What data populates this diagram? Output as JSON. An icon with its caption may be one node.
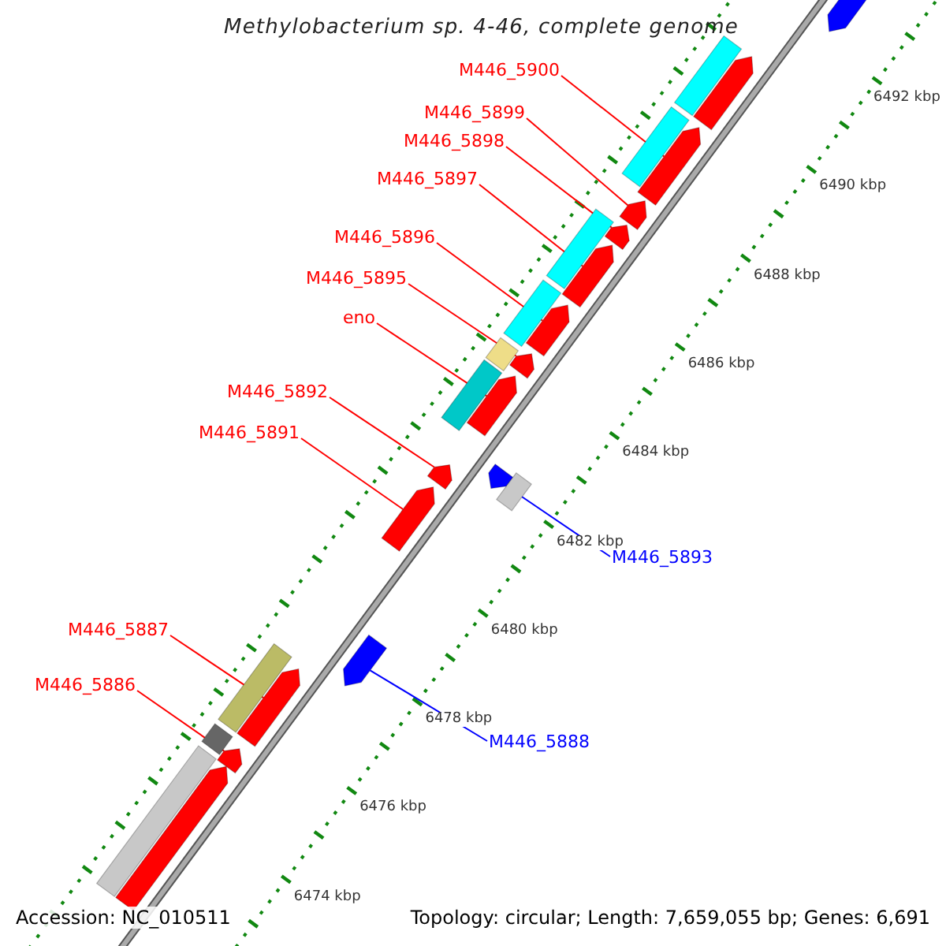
{
  "diagram": {
    "title": "Methylobacterium sp. 4-46, complete genome",
    "nodes": [
      {
        "text": [
          "M446_5900"
        ]
      },
      {
        "text": [
          "M446_5899"
        ]
      },
      {
        "text": [
          "M446_5898"
        ]
      },
      {
        "text": [
          "M446_5897"
        ]
      },
      {
        "text": [
          "M446_5896"
        ]
      },
      {
        "text": [
          "M446_5895"
        ]
      },
      {
        "text": [
          "eno"
        ]
      },
      {
        "text": [
          "M446_5892"
        ]
      },
      {
        "text": [
          "M446_5891"
        ]
      },
      {
        "text": [
          "M446_5893"
        ]
      },
      {
        "text": [
          "M446_5887"
        ]
      },
      {
        "text": [
          "M446_5886"
        ]
      },
      {
        "text": [
          "M446_5888"
        ]
      },
      {
        "text": [],
        "shape": "bar"
      },
      {
        "text": [],
        "shape": "bar"
      },
      {
        "text": [],
        "shape": "bar"
      },
      {
        "text": [],
        "shape": "bar"
      },
      {
        "text": [],
        "shape": "bar"
      },
      {
        "text": [],
        "shape": "bar"
      },
      {
        "text": [],
        "shape": "bar"
      },
      {
        "text": [],
        "shape": "bar"
      },
      {
        "text": [],
        "shape": "bar"
      },
      {
        "text": [],
        "shape": "bar"
      },
      {
        "text": [],
        "shape": "bar"
      },
      {
        "text": [],
        "shape": "bar"
      },
      {
        "text": [],
        "shape": "bar"
      },
      {
        "text": [],
        "shape": "bar"
      },
      {
        "text": [],
        "shape": "bar"
      },
      {
        "text": [],
        "shape": "bar"
      },
      {
        "text": [],
        "shape": "bar"
      },
      {
        "text": [],
        "shape": "bar"
      },
      {
        "text": [],
        "shape": "bar"
      },
      {
        "text": [],
        "shape": "bar"
      },
      {
        "text": [],
        "shape": "bar"
      },
      {
        "text": [],
        "shape": "bar"
      },
      {
        "text": [],
        "shape": "bar"
      },
      {
        "text": [],
        "shape": "bar"
      },
      {
        "text": [],
        "shape": "bar"
      },
      {
        "text": [],
        "shape": "bar"
      }
    ],
    "edges": [
      {
        "from": 0,
        "to": 13,
        "arrow": "none"
      },
      {
        "from": 1,
        "to": 14,
        "arrow": "none"
      },
      {
        "from": 2,
        "to": 15,
        "arrow": "none"
      },
      {
        "from": 3,
        "to": 16,
        "arrow": "none"
      },
      {
        "from": 4,
        "to": 17,
        "arrow": "none"
      },
      {
        "from": 5,
        "to": 18,
        "arrow": "none"
      },
      {
        "from": 6,
        "to": 19,
        "arrow": "none"
      },
      {
        "from": 7,
        "to": 21,
        "arrow": "none"
      },
      {
        "from": 8,
        "to": 22,
        "arrow": "none"
      },
      {
        "from": 9,
        "to": 20,
        "arrow": "none",
        "color": "#0000ff"
      },
      {
        "from": 10,
        "to": 24,
        "arrow": "none"
      },
      {
        "from": 11,
        "to": 25,
        "arrow": "none"
      },
      {
        "from": 12,
        "to": 23,
        "arrow": "none",
        "color": "#0000ff"
      }
    ],
    "labels": [
      "6492 kbp",
      "6490 kbp",
      "6488 kbp",
      "6486 kbp",
      "6484 kbp",
      "6482 kbp",
      "6480 kbp",
      "6478 kbp",
      "6476 kbp",
      "6474 kbp",
      "Accession: NC_010511",
      "Topology: circular; Length: 7,659,055 bp; Genes: 6,691"
    ]
  }
}
